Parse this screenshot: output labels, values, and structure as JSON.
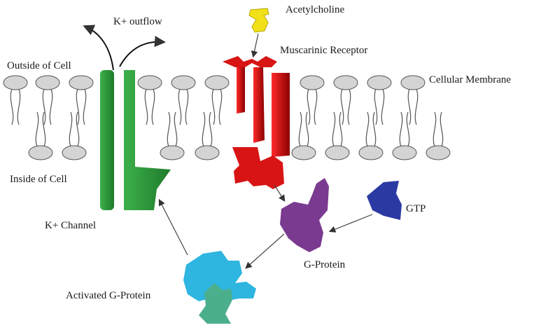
{
  "labels": {
    "acetylcholine": "Acetylcholine",
    "k_outflow": "K+ outflow",
    "muscarinic_receptor": "Muscarinic Receptor",
    "outside_cell": "Outside of Cell",
    "cellular_membrane": "Cellular Membrane",
    "inside_cell": "Inside of Cell",
    "k_channel": "K+ Channel",
    "gtp": "GTP",
    "g_protein": "G-Protein",
    "activated_g_protein": "Activated G-Protein"
  },
  "colors": {
    "k_channel": "#2e9a3a",
    "receptor": "#d81414",
    "acetylcholine": "#f2e11a",
    "gtp": "#2b3aa3",
    "g_protein": "#7a3a8f",
    "activated_g_protein": "#2eb5e0",
    "activated_subunit": "#4caf8c",
    "lipid_head": "#d4d4d4"
  }
}
